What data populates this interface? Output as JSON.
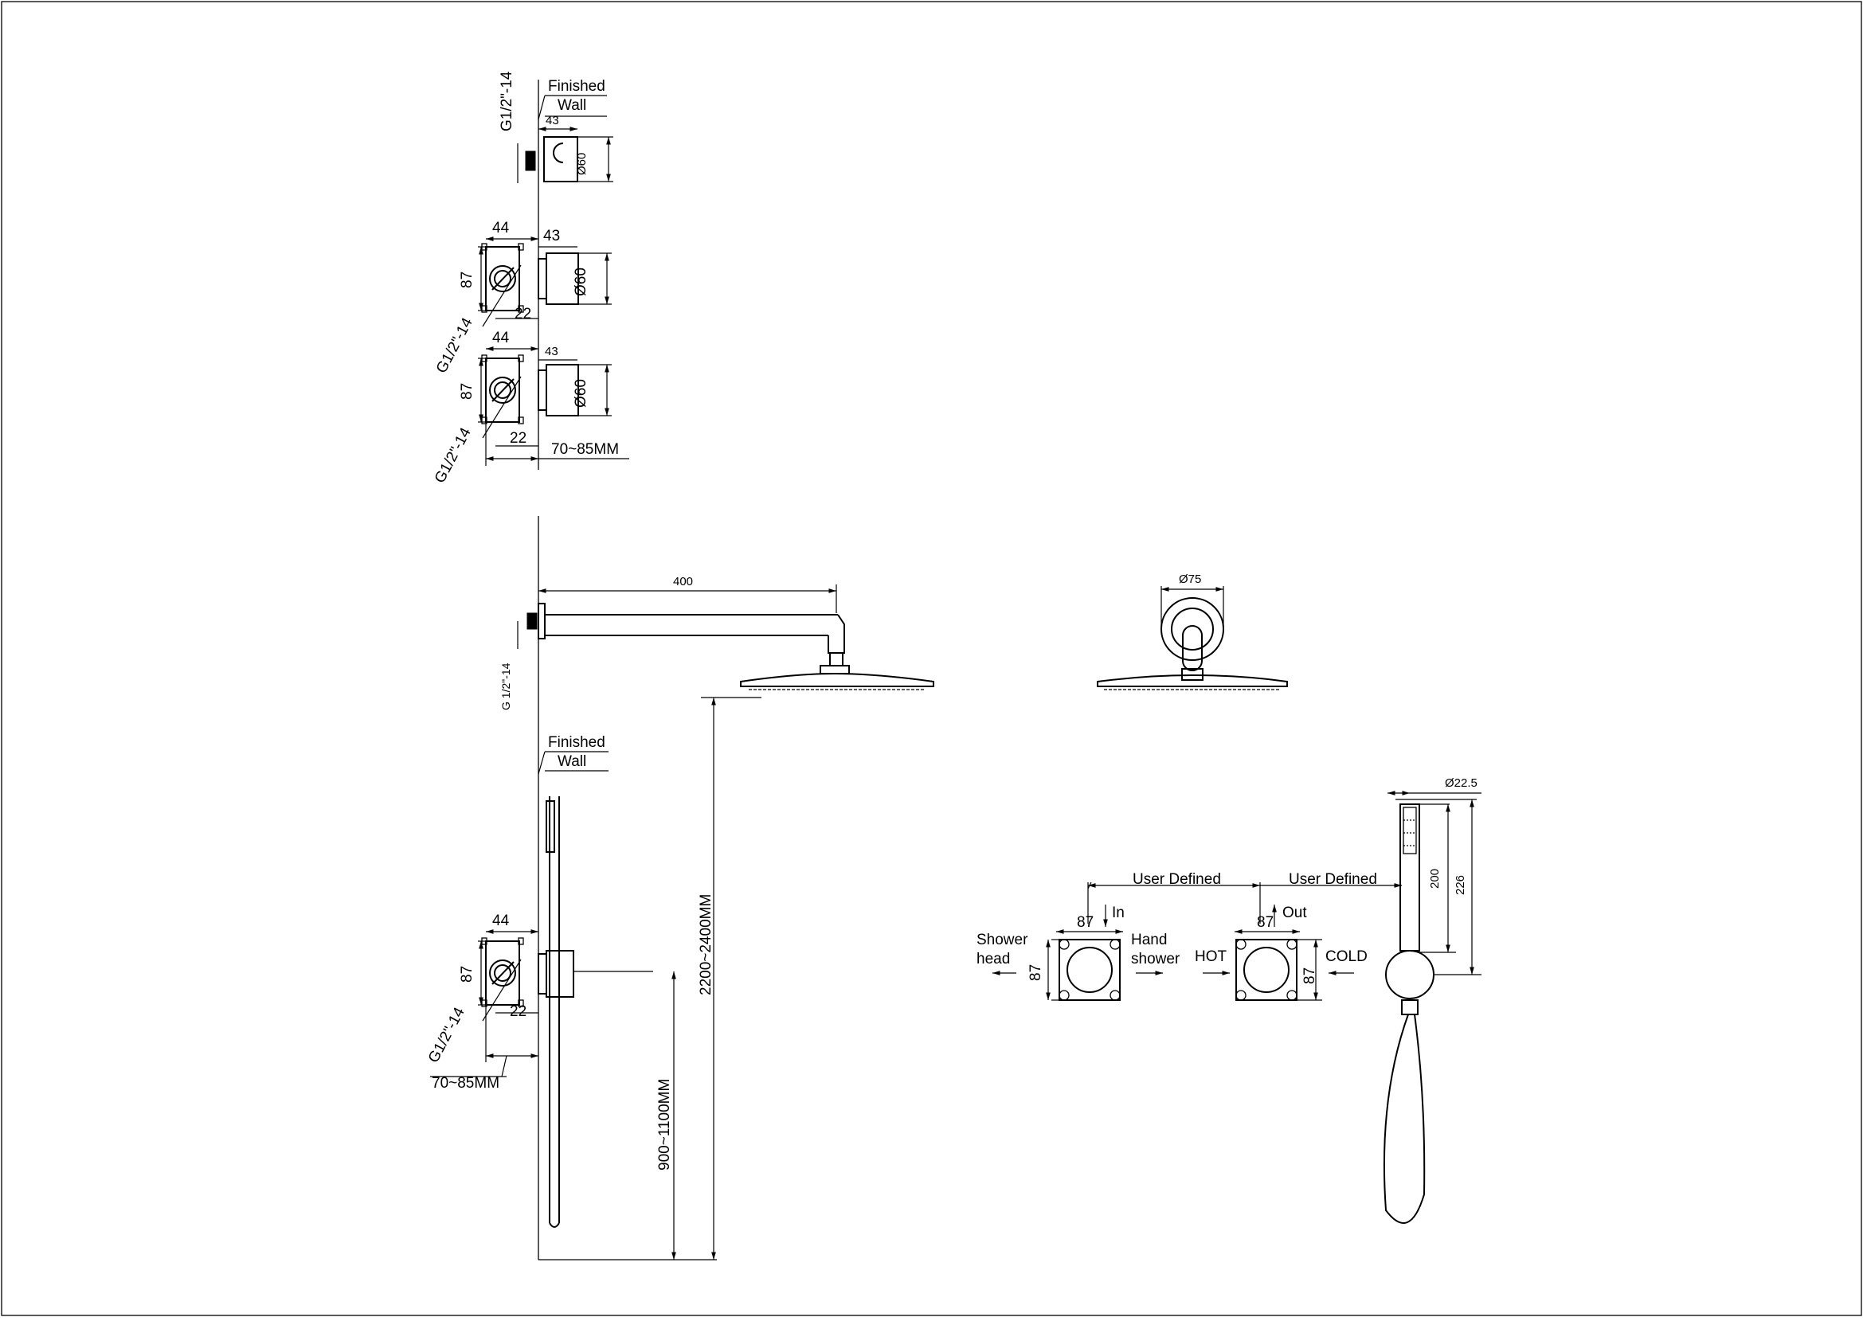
{
  "labels": {
    "finished_wall": [
      "Finished",
      "Wall"
    ],
    "thread": "G1/2\"-14",
    "thread_small": "G 1/2\"-14",
    "dim_43": "43",
    "dim_44": "44",
    "dim_87": "87",
    "dim_22": "22",
    "dia_60": "Ø60",
    "wall_depth": "70~85MM",
    "arm_length": "400",
    "flange_dia": "Ø75",
    "head_height": "2200~2400MM",
    "valve_height": "900~1100MM",
    "handle_dia": "Ø22.5",
    "handle_200": "200",
    "handle_226": "226",
    "user_defined": "User Defined",
    "in": "In",
    "out": "Out",
    "shower_head": [
      "Shower",
      "head"
    ],
    "hand_shower": [
      "Hand",
      "shower"
    ],
    "hot": "HOT",
    "cold": "COLD"
  }
}
